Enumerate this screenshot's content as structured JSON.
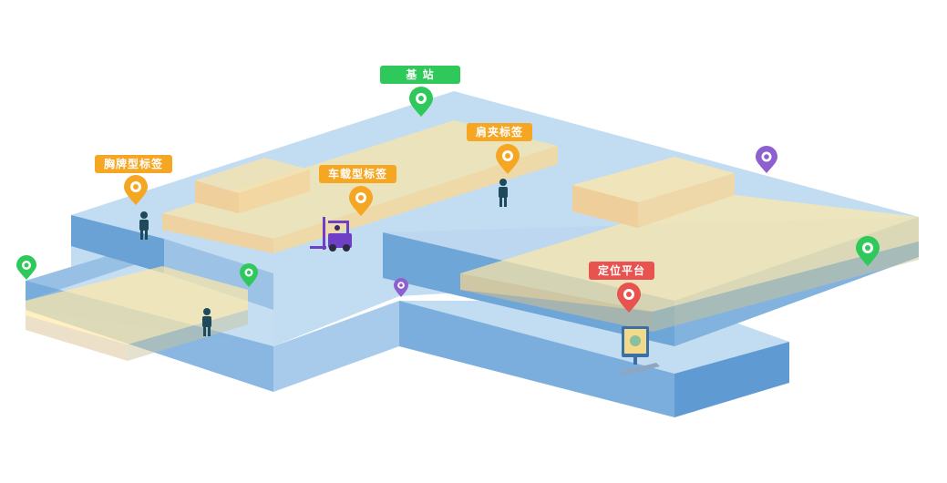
{
  "labels": {
    "base_station": "基 站",
    "shoulder_tag": "肩夹标签",
    "chest_tag": "胸牌型标签",
    "vehicle_tag": "车载型标签",
    "positioning_platform": "定位平台"
  },
  "colors": {
    "floor_top": "#bcd7ef",
    "wall_front": "#7fb0de",
    "wall_side": "#5b96cf",
    "zone_fill": "#ffe9a8",
    "zone_edge": "#f5c98a",
    "green_pin": "#2ec95a",
    "orange_pin": "#f5a623",
    "purple_pin": "#8e5fcf",
    "red_pin": "#e8524f",
    "person": "#1e4a5c",
    "forklift": "#6f3fc6"
  },
  "pins": [
    {
      "name": "base-station-pin",
      "color": "green"
    },
    {
      "name": "shoulder-tag-pin",
      "color": "orange"
    },
    {
      "name": "chest-tag-pin",
      "color": "orange"
    },
    {
      "name": "vehicle-tag-pin",
      "color": "orange"
    },
    {
      "name": "platform-pin",
      "color": "red"
    },
    {
      "name": "corner-green-pin-left",
      "color": "green"
    },
    {
      "name": "corner-green-pin-mid",
      "color": "green"
    },
    {
      "name": "corner-green-pin-right",
      "color": "green"
    },
    {
      "name": "purple-pin-right",
      "color": "purple"
    },
    {
      "name": "purple-pin-center",
      "color": "purple"
    }
  ]
}
